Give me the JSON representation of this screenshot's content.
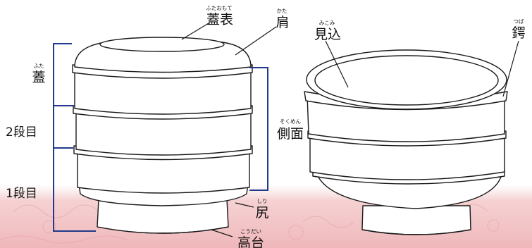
{
  "labels": {
    "futaomote": {
      "ruby": "ふたおもて",
      "text": "蓋表"
    },
    "kata": {
      "ruby": "かた",
      "text": "肩"
    },
    "mikomi": {
      "ruby": "みこみ",
      "text": "見込"
    },
    "tsuba": {
      "ruby": "つば",
      "text": "鍔"
    },
    "futa": {
      "ruby": "ふた",
      "text": "蓋"
    },
    "nidanme": {
      "text": "2段目"
    },
    "ichidanme": {
      "text": "1段目"
    },
    "sokumen": {
      "ruby": "そくめん",
      "text": "側面"
    },
    "shiri": {
      "ruby": "しり",
      "text": "尻"
    },
    "koudai": {
      "ruby": "こうだい",
      "text": "高台"
    }
  },
  "colors": {
    "outline": "#1a1a1a",
    "bracket": "#1f3a8a",
    "background_pattern": "#f2c2c4"
  }
}
